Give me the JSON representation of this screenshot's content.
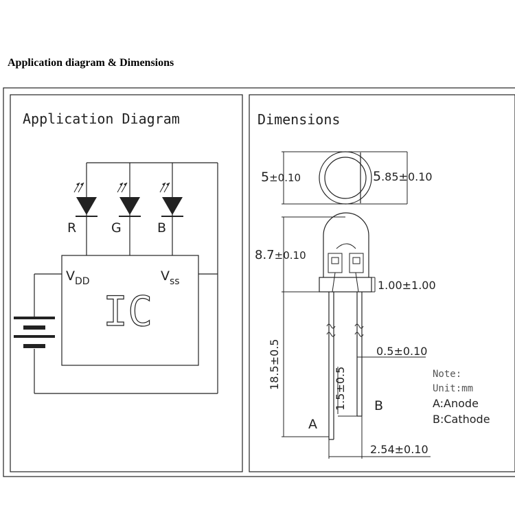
{
  "heading": "Application diagram & Dimensions",
  "app": {
    "title": "Application Diagram",
    "leds": [
      "R",
      "G",
      "B"
    ],
    "vdd": "V",
    "vdd_sub": "DD",
    "vss": "V",
    "vss_sub": "ss",
    "ic": "IC"
  },
  "dims": {
    "title": "Dimensions",
    "d1": "5",
    "d1_tol": "±0.10",
    "d2": "5",
    "d2_rest": ".85±0.10",
    "height": "8.7",
    "height_tol": "±0.10",
    "flange": "1.00±1.00",
    "lead_w": "0.5±0.10",
    "lead_len": "18.5±0.5",
    "lead_gap": "1.5±0.5",
    "pitch": "2.54±0.10",
    "pin_a": "A",
    "pin_b": "B",
    "note": "Note:",
    "unit": "Unit:mm",
    "anode": "A:Anode",
    "cathode": "B:Cathode"
  }
}
